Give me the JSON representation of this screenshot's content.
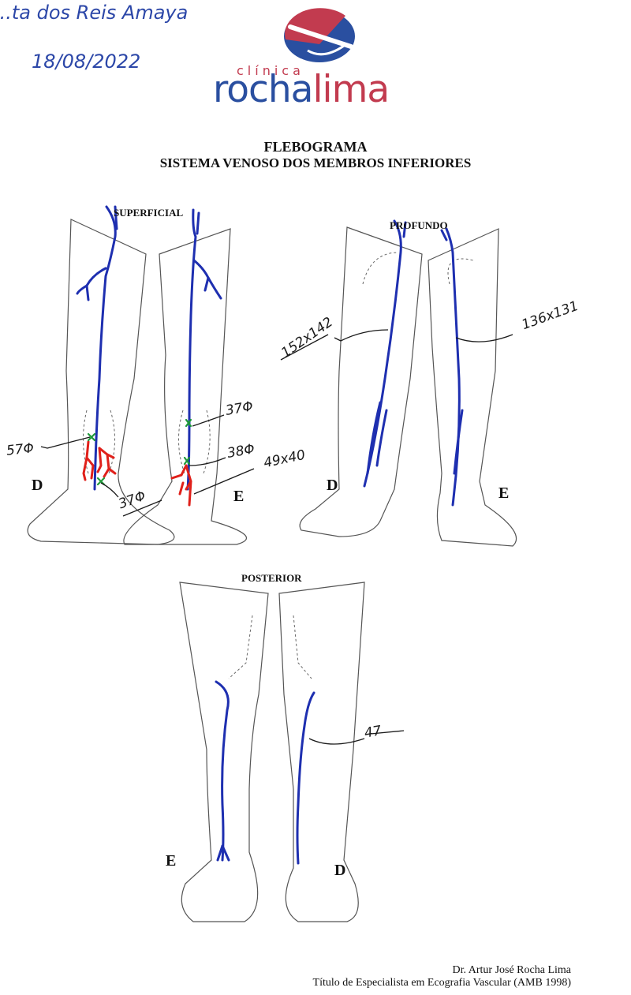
{
  "handwritten": {
    "patient_name": "...ta dos Reis Amaya",
    "date": "18/08/2022"
  },
  "logo": {
    "small_text": "clínica",
    "brand_part1": "rocha",
    "brand_part2": "lima",
    "colors": {
      "blue": "#2a4fa0",
      "red": "#c23b4f"
    }
  },
  "document": {
    "title": "FLEBOGRAMA",
    "subtitle": "SISTEMA VENOSO DOS MEMBROS INFERIORES"
  },
  "sections": {
    "superficial": {
      "label": "SUPERFICIAL",
      "right_side": "D",
      "left_side": "E",
      "measurements": {
        "d_upper": "57Φ",
        "d_lower": "37Φ",
        "e_upper": "37Φ",
        "e_middle": "38Φ",
        "e_lower": "49x40"
      }
    },
    "profundo": {
      "label": "PROFUNDO",
      "right_side": "D",
      "left_side": "E",
      "measurements": {
        "d": "152x142",
        "e": "136x131"
      }
    },
    "posterior": {
      "label": "POSTERIOR",
      "left_side": "E",
      "right_side": "D",
      "measurements": {
        "d": "47"
      }
    }
  },
  "colors": {
    "vein": "#1e2fb0",
    "varicose": "#e0201a",
    "marker": "#1f9a3a",
    "outline": "#555555"
  },
  "signature": {
    "name": "Dr. Artur José Rocha Lima",
    "credential": "Título de Especialista em Ecografia Vascular (AMB 1998)"
  }
}
